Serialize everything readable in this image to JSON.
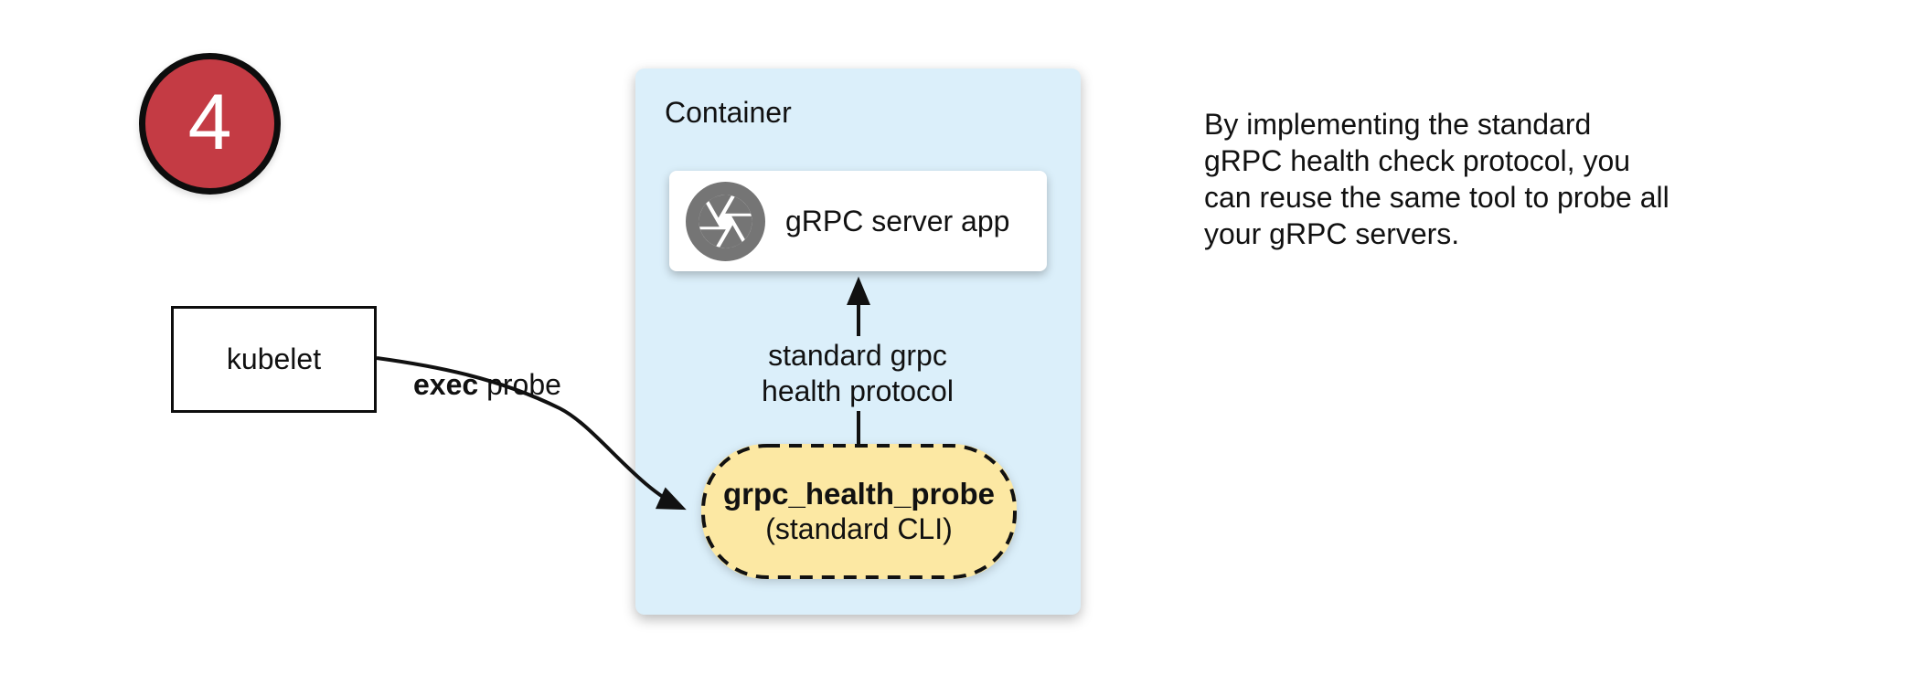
{
  "badge": {
    "number": "4"
  },
  "nodes": {
    "kubelet": {
      "label": "kubelet"
    },
    "container": {
      "title": "Container"
    },
    "server_app": {
      "label": "gRPC server app",
      "icon": "camera-aperture"
    },
    "probe": {
      "name": "grpc_health_probe",
      "subtitle": "(standard CLI)"
    }
  },
  "edges": {
    "exec_probe": {
      "bold": "exec",
      "rest": " probe"
    },
    "protocol": {
      "line1": "standard grpc",
      "line2": "health protocol"
    }
  },
  "caption": {
    "lines": [
      "By implementing the standard",
      "gRPC health check protocol, you",
      "can reuse the same tool to probe all",
      "your gRPC servers."
    ]
  },
  "colors": {
    "badge_red": "#C43B44",
    "container_blue": "#DBEFFA",
    "probe_yellow": "#FCE8A3",
    "icon_gray": "#757575",
    "line_black": "#111111"
  }
}
